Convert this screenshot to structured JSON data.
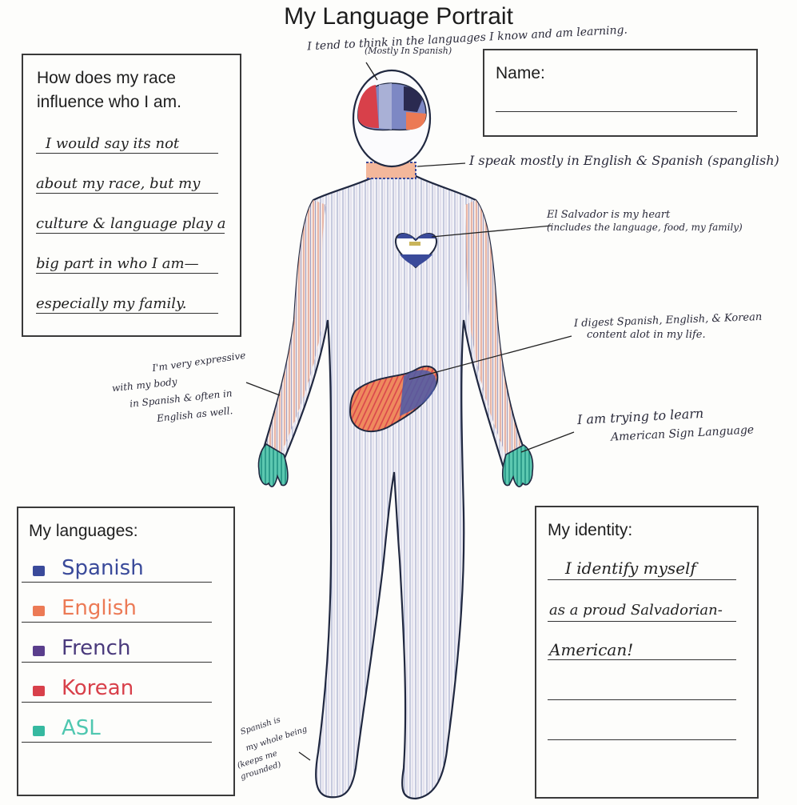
{
  "title": "My Language Portrait",
  "colors": {
    "spanish": "#3a4a9a",
    "english": "#ec7a55",
    "french": "#5a3e8c",
    "korean": "#d8404a",
    "asl": "#36b9a0",
    "outline": "#202840"
  },
  "annotations": {
    "think_line1": "I tend to think in the languages I know and am learning.",
    "think_line2": "(Mostly In Spanish)",
    "speak": "I speak mostly in English & Spanish (spanglish)",
    "heart_line1": "El Salvador is my heart",
    "heart_line2": "(includes the language, food, my family)",
    "digest_line1": "I digest Spanish, English, & Korean",
    "digest_line2": "content alot in my life.",
    "expressive_line1": "I'm very expressive",
    "expressive_line2": "with my body",
    "expressive_line3": "in Spanish & often in",
    "expressive_line4": "English as well.",
    "asl_line1": "I am trying to learn",
    "asl_line2": "American Sign Language",
    "being_line1": "Spanish is",
    "being_line2": "my whole being",
    "being_line3": "(keeps me",
    "being_line4": "grounded)"
  },
  "race_box": {
    "question_line1": "How does my race",
    "question_line2": "influence who I am.",
    "answer_lines": [
      "I would say its not",
      "about my race, but my",
      "culture & language play a",
      "big part in who I am—",
      "especially my family."
    ]
  },
  "name_box": {
    "label": "Name:"
  },
  "languages_box": {
    "heading": "My languages:",
    "items": [
      {
        "name": "Spanish",
        "color": "#3a4a9a"
      },
      {
        "name": "English",
        "color": "#ec7a55"
      },
      {
        "name": "French",
        "color": "#5a3e8c"
      },
      {
        "name": "Korean",
        "color": "#d8404a"
      },
      {
        "name": "ASL",
        "color": "#36b9a0"
      }
    ]
  },
  "identity_box": {
    "heading": "My identity:",
    "answer_lines": [
      "I identify myself",
      "as a proud Salvadorian-",
      "American!"
    ]
  }
}
